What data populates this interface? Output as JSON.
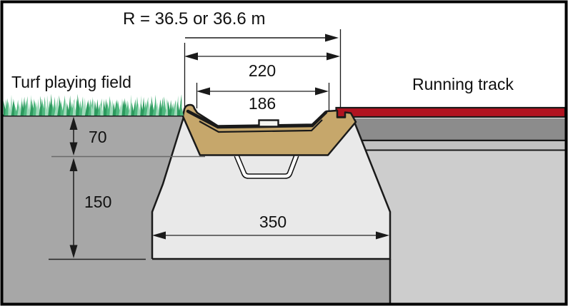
{
  "diagram": {
    "type": "construction cross-section of slot drainage channel between sports surfaces",
    "radius_note": "R = 36.5 or 36.6 m",
    "areas": {
      "turf": "Turf playing field",
      "track": "Running track"
    },
    "dimensions": {
      "width_outer": "220",
      "width_inner": "186",
      "depth_top": "70",
      "depth_lower": "150",
      "width_base": "350"
    },
    "colors": {
      "track_red": "#b11320",
      "channel_tan": "#c6a76b",
      "soil_gray": "#a7a7a7",
      "concrete": "#e9e9e9",
      "subbase_gray": "#cdcdcd",
      "dark_band": "#8c8c8c",
      "light_band": "#c3c3c3",
      "grass_dark": "#2c9a5e",
      "grass_mid": "#4fb87f",
      "grass_light": "#a0d9ba",
      "line_black": "#1a1a1a"
    }
  }
}
